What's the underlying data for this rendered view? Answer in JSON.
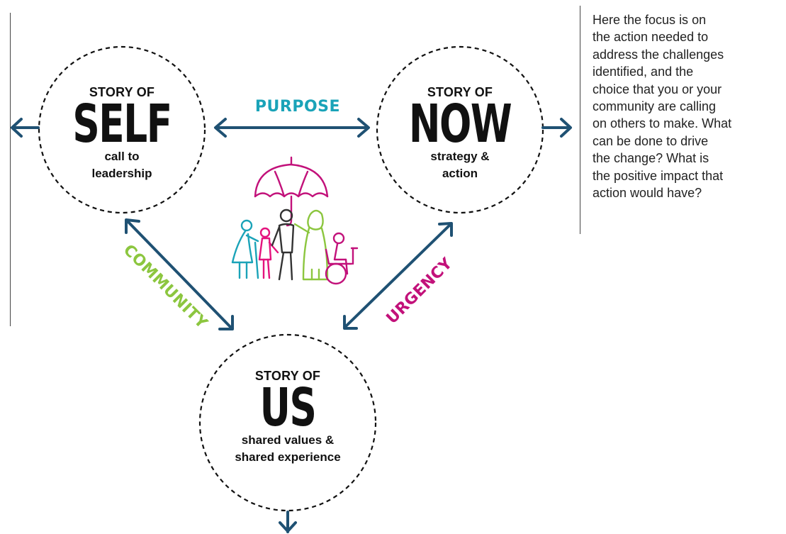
{
  "colors": {
    "arrow": "#1f5173",
    "purpose": "#1aa3b8",
    "community": "#8cc63f",
    "urgency": "#c2117a",
    "circle_border": "#111111",
    "text": "#111111"
  },
  "nodes": {
    "self": {
      "prefix": "STORY OF",
      "title": "SELF",
      "sub_lines": [
        "call to",
        "leadership"
      ]
    },
    "now": {
      "prefix": "STORY OF",
      "title": "NOW",
      "sub_lines": [
        "strategy &",
        "action"
      ]
    },
    "us": {
      "prefix": "STORY OF",
      "title": "US",
      "sub_lines": [
        "shared values &",
        "shared experience"
      ]
    }
  },
  "edges": {
    "purpose": "PURPOSE",
    "community": "COMMUNITY",
    "urgency": "URGENCY"
  },
  "description": {
    "lines": [
      "Here the focus is on",
      "the action needed to",
      "address the challenges",
      "identified, and the",
      "choice that you or your",
      "community are calling",
      "on others to make. What",
      "can be done to drive",
      "the change? What is",
      "the positive impact that",
      "action would have?"
    ]
  },
  "icons": {
    "center": "family-under-umbrella-icon"
  }
}
